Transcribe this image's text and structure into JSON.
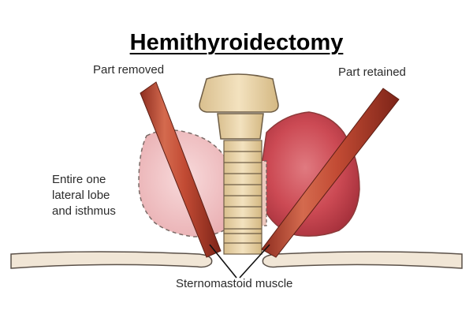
{
  "title": "Hemithyroidectomy",
  "labels": {
    "part_removed": "Part removed",
    "part_retained": "Part retained",
    "lobe_line1": "Entire one",
    "lobe_line2": "lateral lobe",
    "lobe_line3": "and isthmus",
    "muscle": "Sternomastoid muscle"
  },
  "colors": {
    "removed_lobe": "#f2c2c4",
    "retained_lobe": "#c8434f",
    "muscle": "#c6513a",
    "trachea": "#e9d2a6"
  }
}
